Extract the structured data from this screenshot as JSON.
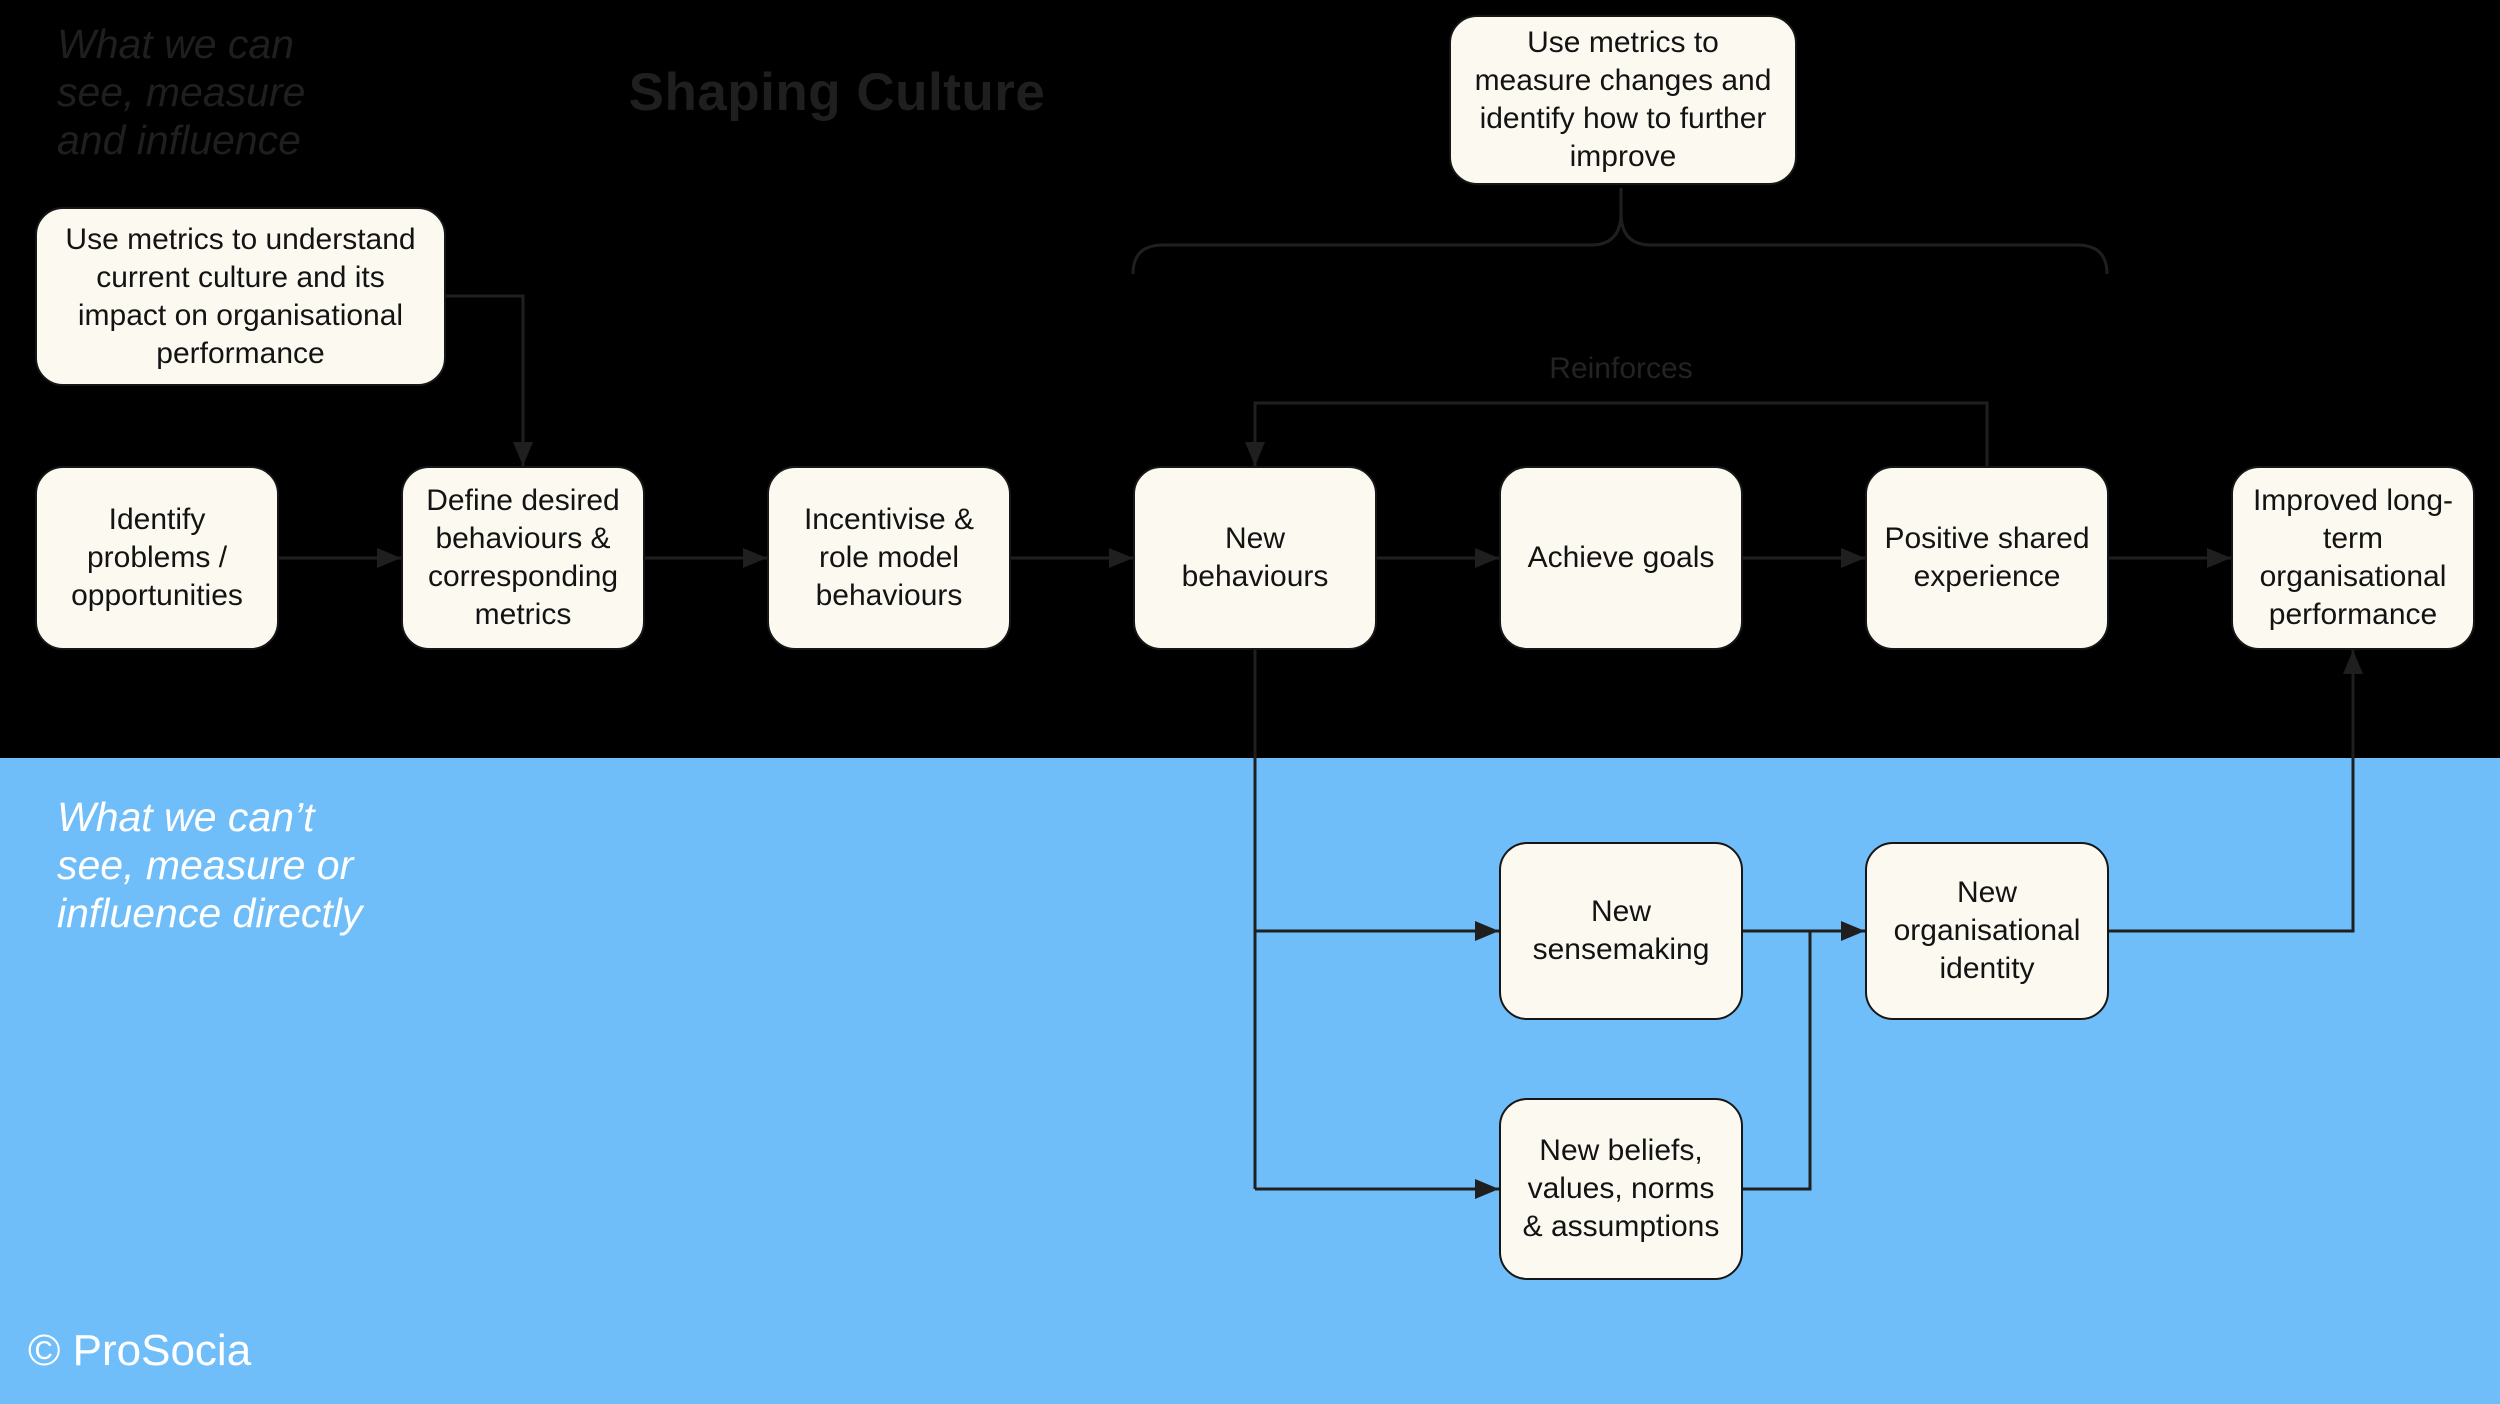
{
  "title": "Shaping Culture",
  "notes": {
    "visible": "What we can\nsee, measure\nand influence",
    "hidden": "What we can’t\nsee, measure or\ninfluence directly"
  },
  "labels": {
    "reinforces": "Reinforces",
    "copyright": "© ProSocia"
  },
  "boxes": {
    "measure_improve": "Use metrics to measure changes and identify how to further improve",
    "understand_culture": "Use metrics to understand current culture and its impact on organisational performance",
    "flow": [
      "Identify problems / opportunities",
      "Define desired behaviours & corresponding metrics",
      "Incentivise & role model behaviours",
      "New behaviours",
      "Achieve goals",
      "Positive shared experience",
      "Improved long-term organisational performance"
    ],
    "hidden_flow": [
      "New sensemaking",
      "New organisational identity",
      "New beliefs, values, norms & assumptions"
    ]
  },
  "colors": {
    "background_top": "#000000",
    "background_bottom": "#6FBEF9",
    "box_fill": "#FBF9F0",
    "box_border": "#161616",
    "connector": "#1F1F1F",
    "dark_muted_text": "#1F1F1F",
    "light_text": "#FFFFFF"
  }
}
